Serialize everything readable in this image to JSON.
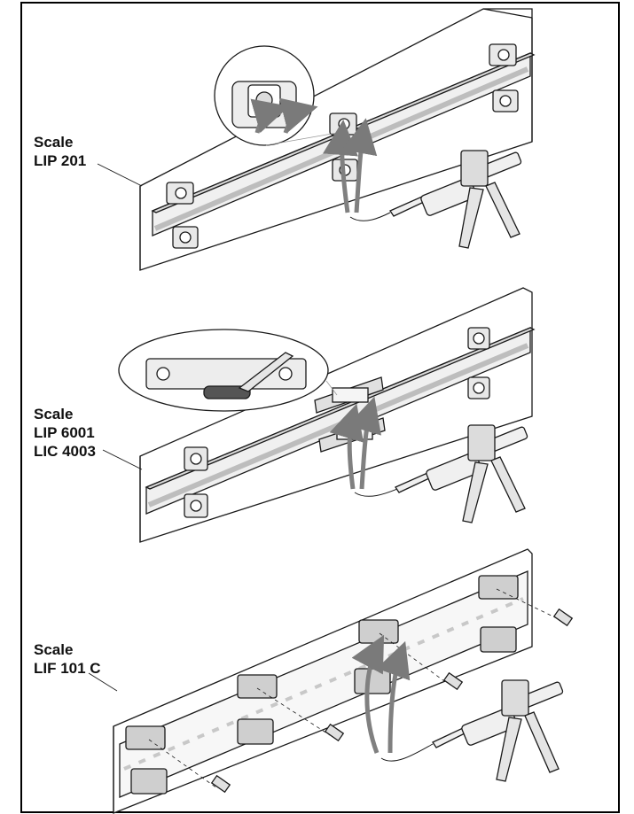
{
  "panels": [
    {
      "id": "lip201",
      "label_lines": [
        "Scale",
        "LIP 201"
      ]
    },
    {
      "id": "lip6001",
      "label_lines": [
        "Scale",
        "LIP 6001",
        "LIC 4003"
      ]
    },
    {
      "id": "lif101c",
      "label_lines": [
        "Scale",
        "LIF 101 C"
      ]
    }
  ],
  "colors": {
    "line": "#1a1a1a",
    "fill_light": "#f2f2f2",
    "fill_mid": "#d9d9d9",
    "fill_dark": "#9a9a9a",
    "arrow": "#808080"
  }
}
